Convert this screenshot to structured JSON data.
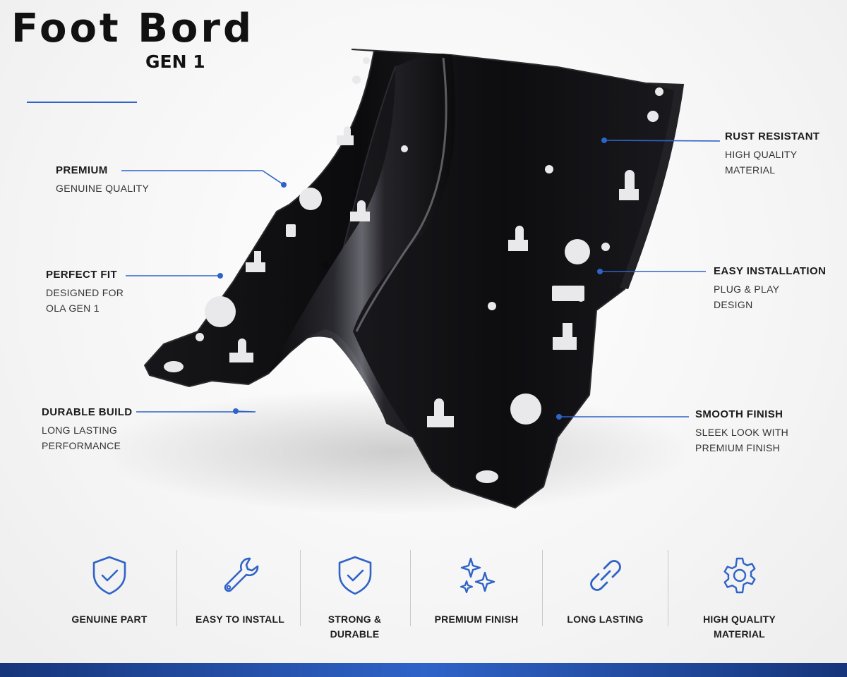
{
  "header": {
    "title": "Foot Bord",
    "subtitle": "GEN 1"
  },
  "colors": {
    "accent_blue": "#2f63c8",
    "part_black": "#0c0c0e",
    "text_dark": "#1b1b1b"
  },
  "callouts": [
    {
      "id": "premium",
      "title": "PREMIUM",
      "desc": "GENUINE QUALITY"
    },
    {
      "id": "perfect-fit",
      "title": "PERFECT FIT",
      "desc": "DESIGNED FOR\nOLA GEN 1"
    },
    {
      "id": "durable-build",
      "title": "DURABLE BUILD",
      "desc": "LONG LASTING\nPERFORMANCE"
    },
    {
      "id": "rust-resistant",
      "title": "RUST RESISTANT",
      "desc": "HIGH QUALITY\nMATERIAL"
    },
    {
      "id": "easy-installation",
      "title": "EASY INSTALLATION",
      "desc": "PLUG & PLAY\nDESIGN"
    },
    {
      "id": "smooth-finish",
      "title": "SMOOTH FINISH",
      "desc": "SLEEK LOOK WITH\nPREMIUM FINISH"
    }
  ],
  "features": [
    {
      "label": "GENUINE PART",
      "icon": "shield-check-icon"
    },
    {
      "label": "EASY TO INSTALL",
      "icon": "wrench-icon"
    },
    {
      "label": "STRONG & DURABLE",
      "icon": "shield-check-icon"
    },
    {
      "label": "PREMIUM FINISH",
      "icon": "sparkles-icon"
    },
    {
      "label": "LONG LASTING",
      "icon": "chain-link-icon"
    },
    {
      "label": "HIGH QUALITY\nMATERIAL",
      "icon": "gear-icon"
    }
  ]
}
